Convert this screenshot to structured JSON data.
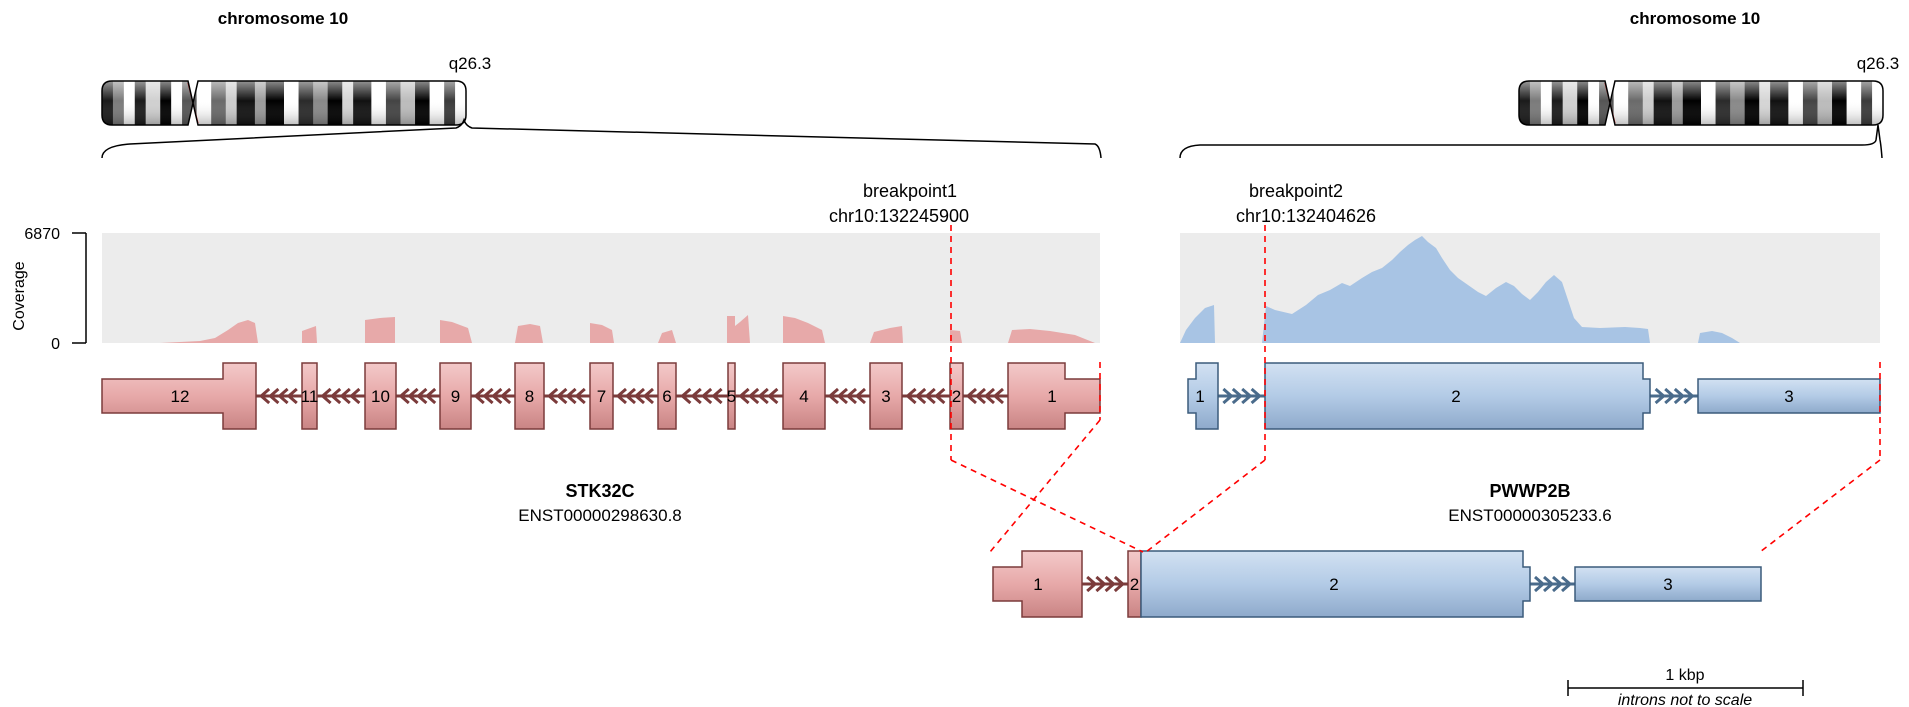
{
  "colors": {
    "gene1_fill": "#e7a9a9",
    "gene1_stroke": "#7b3b3b",
    "gene1_coverage": "#e7a9a9",
    "gene2_fill": "#b3cbe6",
    "gene2_stroke": "#3b5b7b",
    "gene2_coverage": "#a8c4e4",
    "coverage_bg": "#ececec",
    "breakpoint": "#ff0000"
  },
  "left_chromosome": {
    "title": "chromosome 10",
    "band": "q26.3"
  },
  "right_chromosome": {
    "title": "chromosome 10",
    "band": "q26.3"
  },
  "coverage_axis": {
    "label": "Coverage",
    "max_label": "6870",
    "min_label": "0"
  },
  "breakpoint1": {
    "label": "breakpoint1",
    "position": "chr10:132245900"
  },
  "breakpoint2": {
    "label": "breakpoint2",
    "position": "chr10:132404626"
  },
  "gene1": {
    "name": "STK32C",
    "transcript": "ENST00000298630.8",
    "exons": [
      "12",
      "11",
      "10",
      "9",
      "8",
      "7",
      "6",
      "5",
      "4",
      "3",
      "2",
      "1"
    ]
  },
  "gene2": {
    "name": "PWWP2B",
    "transcript": "ENST00000305233.6",
    "exons": [
      "1",
      "2",
      "3"
    ]
  },
  "fusion": {
    "exons": [
      "1",
      "2",
      "2",
      "3"
    ]
  },
  "scale_bar": {
    "label": "1 kbp",
    "note": "introns not to scale"
  }
}
